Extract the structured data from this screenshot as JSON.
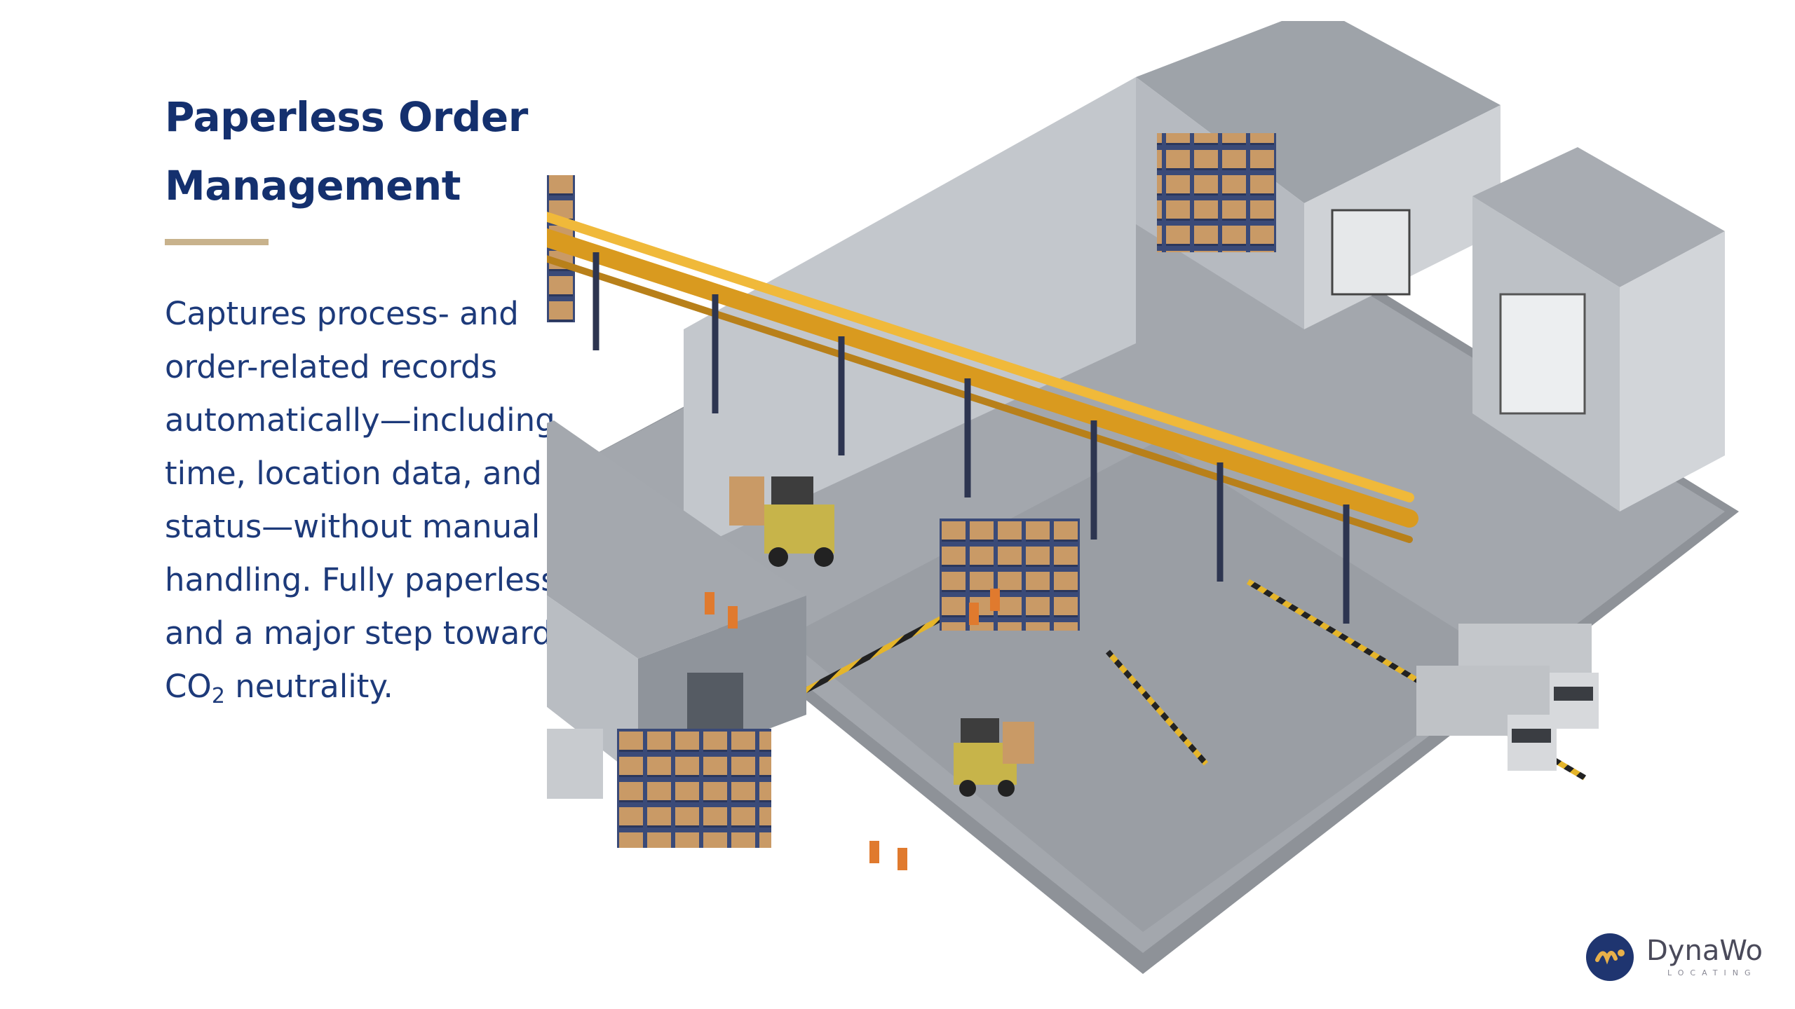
{
  "slide": {
    "title": "Paperless Order Management",
    "body_before_sub": "Captures process- and order-related records automatically—including time, location data, and status—without manual handling. Fully paperless and a major step toward CO",
    "body_sub": "2",
    "body_after_sub": " neutrality."
  },
  "logo": {
    "word": "DynaWo",
    "tagline": "LOCATING"
  },
  "colors": {
    "title": "#14306e",
    "body": "#1d3a7a",
    "accent_rule": "#c8b28c",
    "logo_circle": "#1f3570",
    "logo_mark": "#e8b04a"
  },
  "illustration": {
    "icon": "isometric-warehouse-illustration"
  }
}
